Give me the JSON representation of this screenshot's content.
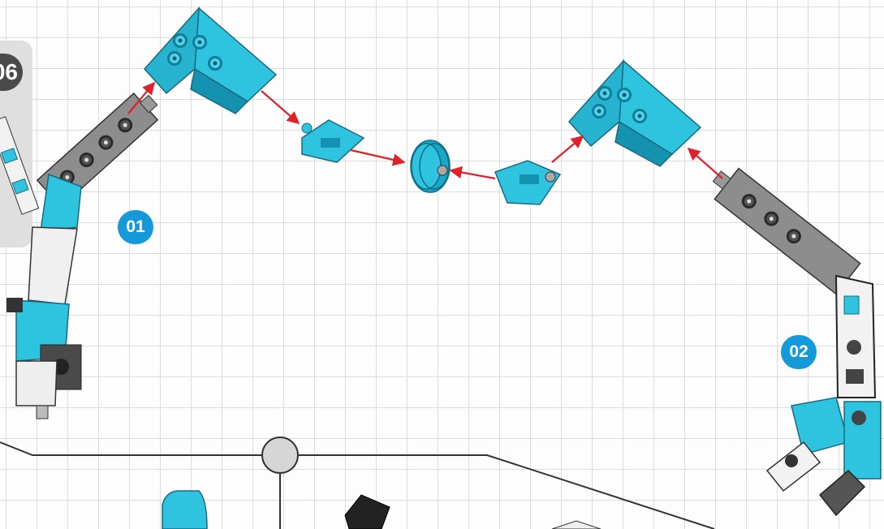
{
  "step": {
    "number": "06"
  },
  "sub_assemblies": [
    {
      "label": "01"
    },
    {
      "label": "02"
    }
  ],
  "colors": {
    "part_cyan": "#2ec4e0",
    "part_cyan_dark": "#1592b0",
    "part_grey": "#8a8a8a",
    "part_white": "#eeeeee",
    "arrow": "#e0202a",
    "badge_blue": "#149ad8",
    "badge_dark": "#4a4a4a",
    "connector_line": "#333333"
  },
  "icons": [
    "corner-bracket-icon",
    "clip-connector-icon",
    "pulley-wheel-icon",
    "grey-beam-icon",
    "arm-assembly-icon",
    "assembly-arrow-icon"
  ]
}
